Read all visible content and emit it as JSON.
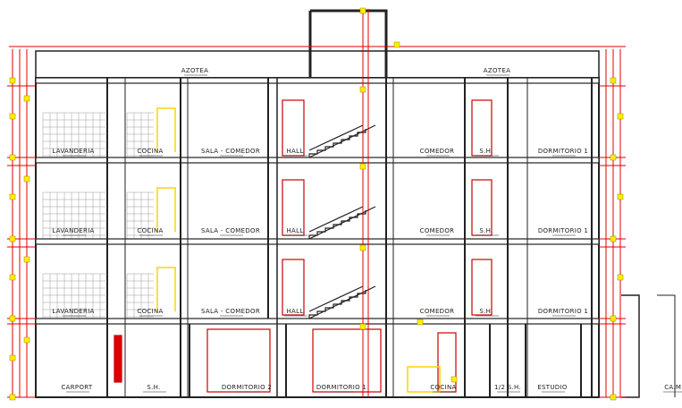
{
  "drawing": {
    "roof_labels": [
      "AZOTEA",
      "AZOTEA"
    ],
    "floor_rooms": [
      [
        "LAVANDERIA",
        "COCINA",
        "SALA - COMEDOR",
        "HALL",
        "COMEDOR",
        "S.H.",
        "DORMITORIO 1"
      ],
      [
        "LAVANDERIA",
        "COCINA",
        "SALA - COMEDOR",
        "HALL",
        "COMEDOR",
        "S.H.",
        "DORMITORIO 1"
      ],
      [
        "LAVANDERIA",
        "COCINA",
        "SALA - COMEDOR",
        "HALL",
        "COMEDOR",
        "S.H.",
        "DORMITORIO 1"
      ]
    ],
    "ground_rooms": [
      "CARPORT",
      "S.H.",
      "DORMITORIO 2",
      "DORMITORIO 1",
      "COCINA",
      "1/2 S.H.",
      "ESTUDIO",
      "CA.M."
    ],
    "colors": {
      "wall": "#222222",
      "dimension": "#e00000",
      "marker": "#ffee00",
      "tile": "#9a9a9a",
      "fixture": "#ffd400"
    }
  }
}
